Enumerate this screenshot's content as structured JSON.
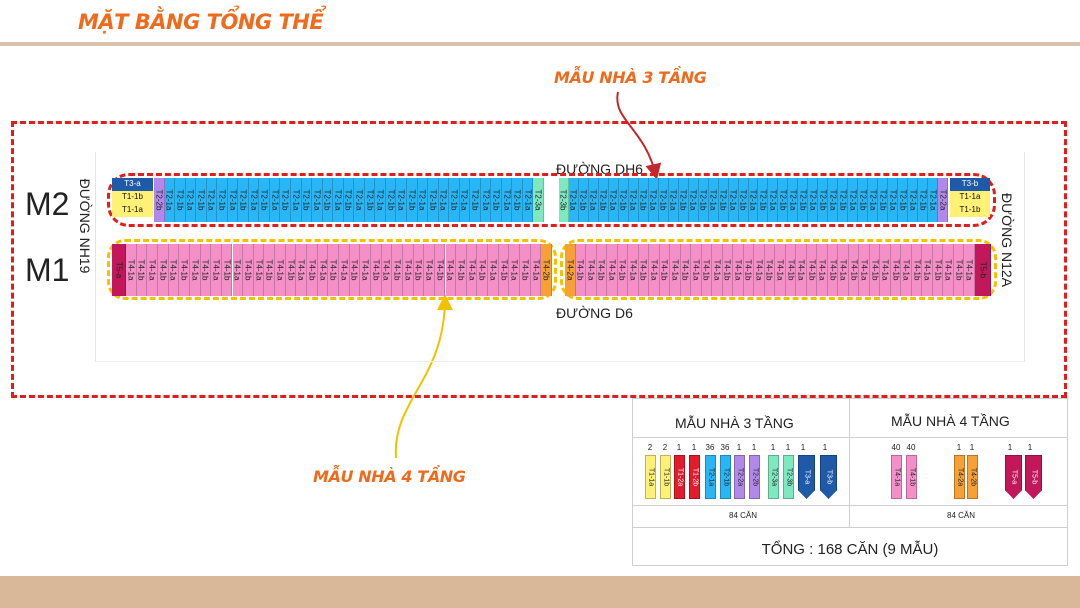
{
  "header": {
    "title": "MẶT BẰNG TỔNG THỂ"
  },
  "callouts": {
    "three_floor": "MẪU NHÀ 3 TẦNG",
    "four_floor": "MẪU NHÀ 4 TẦNG"
  },
  "rows": {
    "m2": "M2",
    "m1": "M1"
  },
  "roads": {
    "top": "ĐƯỜNG DH6",
    "bottom": "ĐƯỜNG D6",
    "left": "ĐƯỜNG NH19",
    "right": "ĐƯỜNG N12A"
  },
  "plan": {
    "m2_left_end": [
      "T3-a",
      "T1-1b",
      "T1-1a"
    ],
    "m2_right_end": [
      "T3-b",
      "T1-1a",
      "T1-1b"
    ],
    "m2_left_lots": [
      "T2-2b",
      "T2-1a",
      "T2-1b",
      "T2-1a",
      "T2-1b",
      "T2-1a",
      "T2-1b",
      "T2-1a",
      "T2-1b",
      "T2-1a",
      "T2-1b",
      "T2-1a",
      "T2-1b",
      "T2-1a",
      "T2-1b",
      "T2-1a",
      "T2-1b",
      "T2-1a",
      "T2-1b",
      "T2-1a",
      "T2-1b",
      "T2-1a",
      "T2-1b",
      "T2-1a",
      "T2-1b",
      "T2-1a",
      "T2-1b",
      "T2-1a",
      "T2-1b",
      "T2-1a",
      "T2-1b",
      "T2-1a",
      "T2-1b",
      "T2-1a",
      "T2-1b",
      "T2-1a",
      "T2-3a"
    ],
    "m2_right_lots": [
      "T2-3b",
      "T2-1a",
      "T2-1b",
      "T2-1a",
      "T2-1b",
      "T2-1a",
      "T2-1b",
      "T2-1a",
      "T2-1b",
      "T2-1a",
      "T2-1b",
      "T2-1a",
      "T2-1b",
      "T2-1a",
      "T2-1b",
      "T2-1a",
      "T2-1b",
      "T2-1a",
      "T2-1b",
      "T2-1a",
      "T2-1b",
      "T2-1a",
      "T2-1b",
      "T2-1a",
      "T2-1b",
      "T2-1a",
      "T2-1b",
      "T2-1a",
      "T2-1b",
      "T2-1a",
      "T2-1b",
      "T2-1a",
      "T2-1b",
      "T2-1a",
      "T2-1b",
      "T2-1a",
      "T2-1b",
      "T2-1a",
      "T2-2a"
    ],
    "m1_left_end": "T5-a",
    "m1_right_end": "T5-b",
    "m1_left_lots": [
      "T4-1a",
      "T4-1b",
      "T4-1a",
      "T4-1b",
      "T4-1a",
      "T4-1b",
      "T4-1a",
      "T4-1b",
      "T4-1a",
      "T4-1b",
      "T4-1a",
      "T4-1b",
      "T4-1a",
      "T4-1b",
      "T4-1a",
      "T4-1b",
      "T4-1a",
      "T4-1b",
      "T4-1a",
      "T4-1b",
      "T4-1a",
      "T4-1b",
      "T4-1a",
      "T4-1b",
      "T4-1a",
      "T4-1b",
      "T4-1a",
      "T4-1b",
      "T4-1a",
      "T4-1b",
      "T4-1a",
      "T4-1b",
      "T4-1a",
      "T4-1b",
      "T4-1a",
      "T4-1b",
      "T4-1a",
      "T4-1b",
      "T4-1a",
      "T4-2b"
    ],
    "m1_right_lots": [
      "T4-2a",
      "T4-1b",
      "T4-1a",
      "T4-1b",
      "T4-1a",
      "T4-1b",
      "T4-1a",
      "T4-1b",
      "T4-1a",
      "T4-1b",
      "T4-1a",
      "T4-1b",
      "T4-1a",
      "T4-1b",
      "T4-1a",
      "T4-1b",
      "T4-1a",
      "T4-1b",
      "T4-1a",
      "T4-1b",
      "T4-1a",
      "T4-1b",
      "T4-1a",
      "T4-1b",
      "T4-1a",
      "T4-1b",
      "T4-1a",
      "T4-1b",
      "T4-1a",
      "T4-1b",
      "T4-1a",
      "T4-1b",
      "T4-1a",
      "T4-1b",
      "T4-1a",
      "T4-1b",
      "T4-1a",
      "T4-1b",
      "T4-1a"
    ]
  },
  "legend": {
    "left_title": "MẪU NHÀ 3 TẦNG",
    "right_title": "MẪU NHÀ 4 TẦNG",
    "left_items": [
      {
        "count": "2",
        "label": "T1-1a",
        "color": "#fff176"
      },
      {
        "count": "2",
        "label": "T1-1b",
        "color": "#fff176"
      },
      {
        "count": "1",
        "label": "T1-2a",
        "color": "#e21b2d"
      },
      {
        "count": "1",
        "label": "T1-2b",
        "color": "#e21b2d"
      },
      {
        "count": "36",
        "label": "T2-1a",
        "color": "#29b6f6"
      },
      {
        "count": "36",
        "label": "T2-1b",
        "color": "#29b6f6"
      },
      {
        "count": "1",
        "label": "T2-2a",
        "color": "#b388eb"
      },
      {
        "count": "1",
        "label": "T2-2b",
        "color": "#b388eb"
      },
      {
        "count": "1",
        "label": "T2-3a",
        "color": "#7ee8c0"
      },
      {
        "count": "1",
        "label": "T2-3b",
        "color": "#7ee8c0"
      },
      {
        "count": "1",
        "label": "T3-a",
        "color": "#1e5aa8"
      },
      {
        "count": "1",
        "label": "T3-b",
        "color": "#1e5aa8"
      }
    ],
    "right_items": [
      {
        "count": "40",
        "label": "T4-1a",
        "color": "#f48fc8"
      },
      {
        "count": "40",
        "label": "T4-1b",
        "color": "#f48fc8"
      },
      {
        "count": "1",
        "label": "T4-2a",
        "color": "#f7a035"
      },
      {
        "count": "1",
        "label": "T4-2b",
        "color": "#f7a035"
      },
      {
        "count": "1",
        "label": "T5-a",
        "color": "#c2185b"
      },
      {
        "count": "1",
        "label": "T5-b",
        "color": "#c2185b"
      }
    ],
    "left_sum": "84 CĂN",
    "right_sum": "84 CĂN",
    "total": "TỔNG : 168 CĂN (9 MẪU)"
  }
}
